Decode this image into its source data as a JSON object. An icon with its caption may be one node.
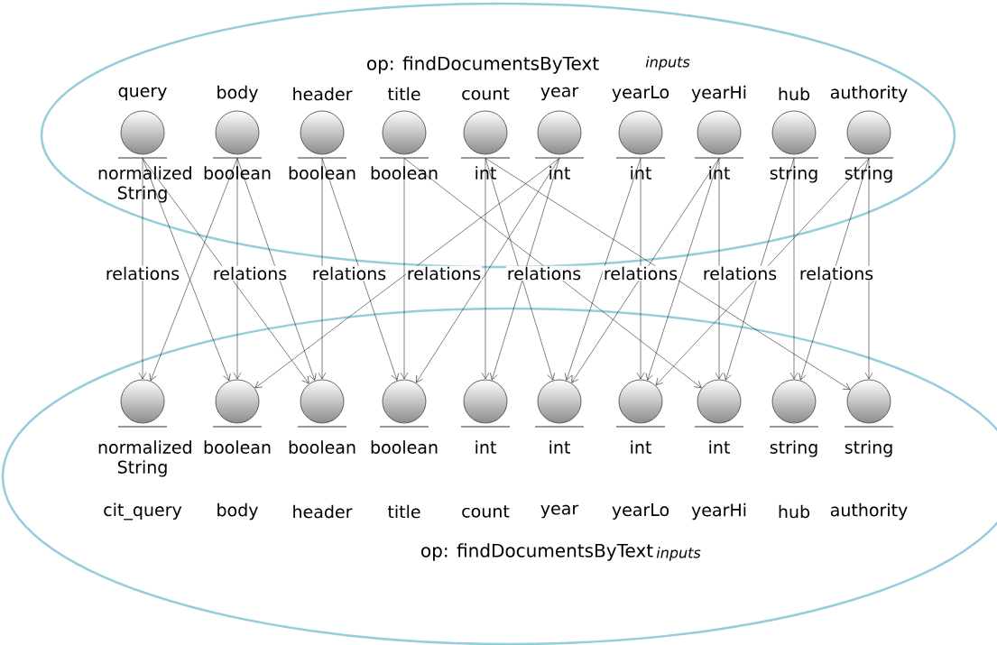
{
  "diagram": {
    "nodes": [
      {
        "text": [
          "op: findDocumentsByText",
          "inputs"
        ]
      },
      {
        "text": [
          "query",
          "normalized String"
        ],
        "in": 0
      },
      {
        "text": [
          "body",
          "boolean"
        ],
        "in": 0
      },
      {
        "text": [
          "header",
          "boolean"
        ],
        "in": 0
      },
      {
        "text": [
          "title",
          "boolean"
        ],
        "in": 0
      },
      {
        "text": [
          "count",
          "int"
        ],
        "in": 0
      },
      {
        "text": [
          "year",
          "int"
        ],
        "in": 0
      },
      {
        "text": [
          "yearLo",
          "int"
        ],
        "in": 0
      },
      {
        "text": [
          "yearHi",
          "int"
        ],
        "in": 0
      },
      {
        "text": [
          "hub",
          "string"
        ],
        "in": 0
      },
      {
        "text": [
          "authority",
          "string"
        ],
        "in": 0
      },
      {
        "text": [
          "op: findDocumentsByText",
          "inputs"
        ]
      },
      {
        "text": [
          "normalized String",
          "cit_query"
        ],
        "in": 11
      },
      {
        "text": [
          "boolean",
          "body"
        ],
        "in": 11
      },
      {
        "text": [
          "boolean",
          "header"
        ],
        "in": 11
      },
      {
        "text": [
          "boolean",
          "title"
        ],
        "in": 11
      },
      {
        "text": [
          "int",
          "count"
        ],
        "in": 11
      },
      {
        "text": [
          "int",
          "year"
        ],
        "in": 11
      },
      {
        "text": [
          "int",
          "yearLo"
        ],
        "in": 11
      },
      {
        "text": [
          "int",
          "yearHi"
        ],
        "in": 11
      },
      {
        "text": [
          "string",
          "hub"
        ],
        "in": 11
      },
      {
        "text": [
          "string",
          "authority"
        ],
        "in": 11
      }
    ],
    "edges": [
      {
        "from": 1,
        "to": 12,
        "arrow": "to"
      },
      {
        "from": 1,
        "to": 13,
        "arrow": "to"
      },
      {
        "from": 1,
        "to": 14,
        "arrow": "to"
      },
      {
        "from": 2,
        "to": 12,
        "arrow": "to"
      },
      {
        "from": 2,
        "to": 13,
        "arrow": "to"
      },
      {
        "from": 2,
        "to": 14,
        "arrow": "to"
      },
      {
        "from": 3,
        "to": 14,
        "arrow": "to"
      },
      {
        "from": 3,
        "to": 15,
        "arrow": "to"
      },
      {
        "from": 4,
        "to": 15,
        "arrow": "to"
      },
      {
        "from": 4,
        "to": 19,
        "arrow": "to"
      },
      {
        "from": 5,
        "to": 16,
        "arrow": "to"
      },
      {
        "from": 5,
        "to": 17,
        "arrow": "to"
      },
      {
        "from": 5,
        "to": 21,
        "arrow": "to"
      },
      {
        "from": 6,
        "to": 13,
        "arrow": "to"
      },
      {
        "from": 6,
        "to": 15,
        "arrow": "to"
      },
      {
        "from": 6,
        "to": 16,
        "arrow": "to"
      },
      {
        "from": 7,
        "to": 18,
        "arrow": "to"
      },
      {
        "from": 7,
        "to": 17,
        "arrow": "to"
      },
      {
        "from": 8,
        "to": 19,
        "arrow": "to"
      },
      {
        "from": 8,
        "to": 17,
        "arrow": "to"
      },
      {
        "from": 8,
        "to": 18,
        "arrow": "to"
      },
      {
        "from": 9,
        "to": 20,
        "arrow": "to"
      },
      {
        "from": 9,
        "to": 19,
        "arrow": "to"
      },
      {
        "from": 10,
        "to": 21,
        "arrow": "to"
      },
      {
        "from": 10,
        "to": 20,
        "arrow": "to"
      },
      {
        "from": 10,
        "to": 18,
        "arrow": "to"
      }
    ],
    "labels": [
      "relations",
      "relations",
      "relations",
      "relations",
      "relations",
      "relations",
      "relations",
      "relations"
    ]
  }
}
